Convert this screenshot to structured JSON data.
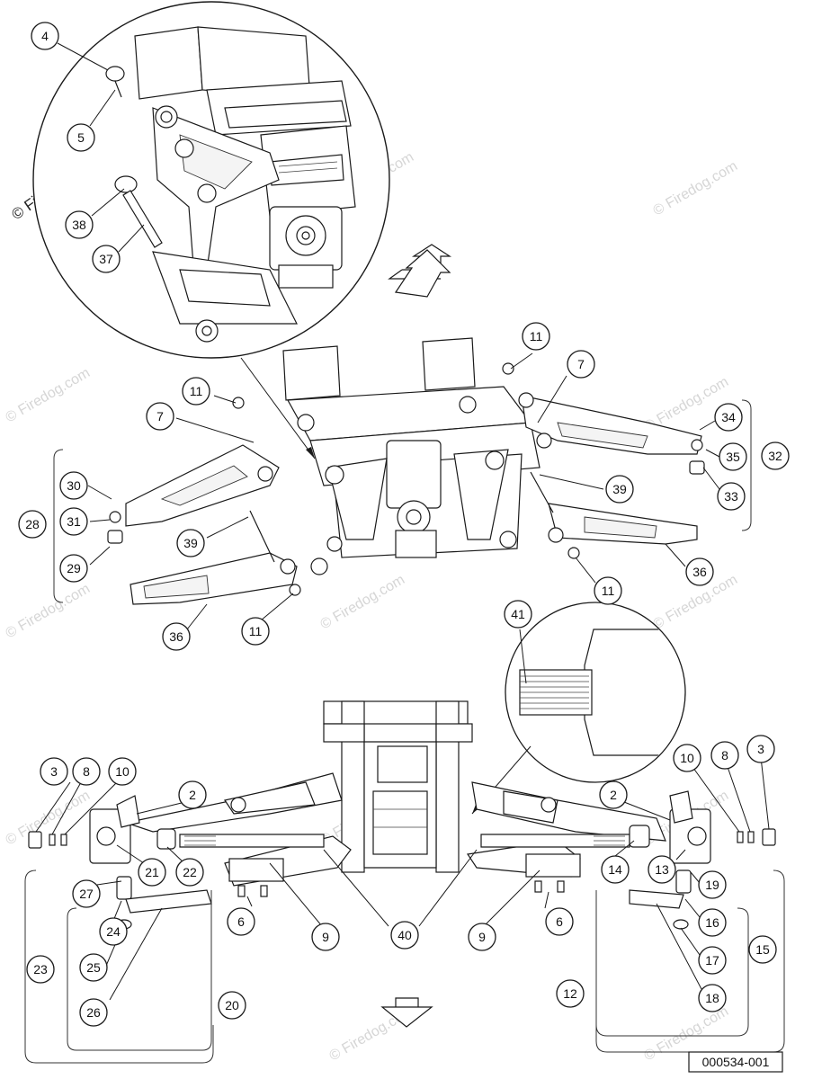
{
  "copyright_mark": "© Firedog.com",
  "watermark_text": "© Firedog.com",
  "reference_number": "000534-001",
  "callouts": [
    {
      "id": "c4",
      "label": "4"
    },
    {
      "id": "c5",
      "label": "5"
    },
    {
      "id": "c38",
      "label": "38"
    },
    {
      "id": "c37",
      "label": "37"
    },
    {
      "id": "c11a",
      "label": "11"
    },
    {
      "id": "c7a",
      "label": "7"
    },
    {
      "id": "c11b",
      "label": "11"
    },
    {
      "id": "c7b",
      "label": "7"
    },
    {
      "id": "c34",
      "label": "34"
    },
    {
      "id": "c35",
      "label": "35"
    },
    {
      "id": "c32",
      "label": "32"
    },
    {
      "id": "c33",
      "label": "33"
    },
    {
      "id": "c39a",
      "label": "39"
    },
    {
      "id": "c30",
      "label": "30"
    },
    {
      "id": "c31",
      "label": "31"
    },
    {
      "id": "c28",
      "label": "28"
    },
    {
      "id": "c29",
      "label": "29"
    },
    {
      "id": "c39b",
      "label": "39"
    },
    {
      "id": "c36a",
      "label": "36"
    },
    {
      "id": "c11c",
      "label": "11"
    },
    {
      "id": "c36b",
      "label": "36"
    },
    {
      "id": "c11d",
      "label": "11"
    },
    {
      "id": "c41",
      "label": "41"
    },
    {
      "id": "c3a",
      "label": "3"
    },
    {
      "id": "c8a",
      "label": "8"
    },
    {
      "id": "c10a",
      "label": "10"
    },
    {
      "id": "c2a",
      "label": "2"
    },
    {
      "id": "c21",
      "label": "21"
    },
    {
      "id": "c22",
      "label": "22"
    },
    {
      "id": "c27",
      "label": "27"
    },
    {
      "id": "c24",
      "label": "24"
    },
    {
      "id": "c25",
      "label": "25"
    },
    {
      "id": "c23",
      "label": "23"
    },
    {
      "id": "c26",
      "label": "26"
    },
    {
      "id": "c20",
      "label": "20"
    },
    {
      "id": "c6a",
      "label": "6"
    },
    {
      "id": "c9a",
      "label": "9"
    },
    {
      "id": "c40",
      "label": "40"
    },
    {
      "id": "c9b",
      "label": "9"
    },
    {
      "id": "c6b",
      "label": "6"
    },
    {
      "id": "c10b",
      "label": "10"
    },
    {
      "id": "c8b",
      "label": "8"
    },
    {
      "id": "c3b",
      "label": "3"
    },
    {
      "id": "c2b",
      "label": "2"
    },
    {
      "id": "c14",
      "label": "14"
    },
    {
      "id": "c13",
      "label": "13"
    },
    {
      "id": "c19",
      "label": "19"
    },
    {
      "id": "c16",
      "label": "16"
    },
    {
      "id": "c15",
      "label": "15"
    },
    {
      "id": "c17",
      "label": "17"
    },
    {
      "id": "c12",
      "label": "12"
    },
    {
      "id": "c18",
      "label": "18"
    }
  ]
}
